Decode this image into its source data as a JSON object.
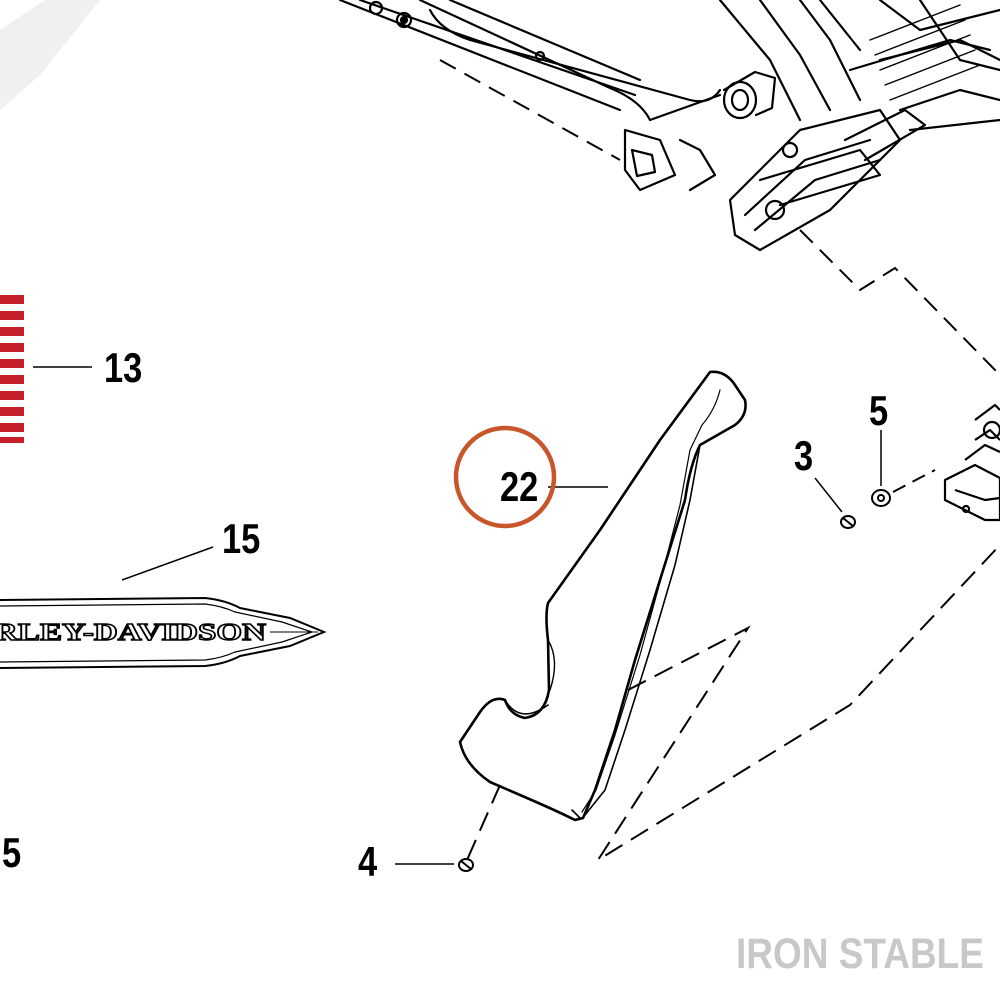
{
  "callouts": {
    "part_13": "13",
    "part_15": "15",
    "part_22": "22",
    "part_3": "3",
    "part_5": "5",
    "part_4": "4",
    "part_5_partial": "5"
  },
  "emblem": {
    "text": "RLEY-DAVIDSON"
  },
  "watermark": "IRON STABLE",
  "highlight": {
    "color": "#c8562a",
    "target": "22"
  },
  "colors": {
    "line": "#000000",
    "stripe": "#c8202a",
    "watermark": "#c8c8c8"
  }
}
